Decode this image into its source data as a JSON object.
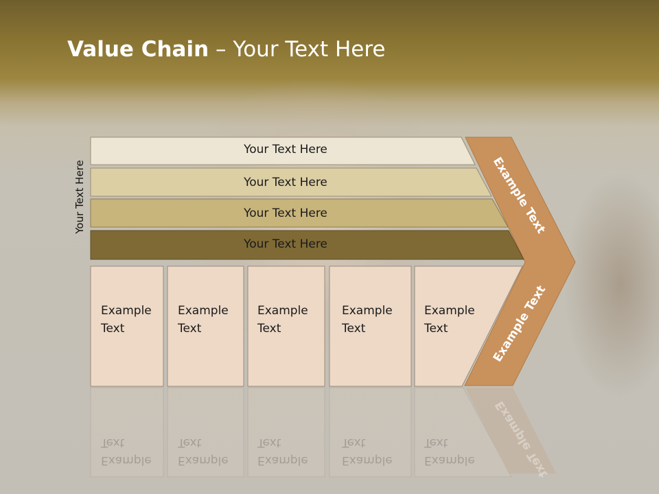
{
  "slide": {
    "title_bold": "Value Chain",
    "title_rest": " – Your Text Here",
    "vertical_label": "Your Text Here"
  },
  "rows": [
    {
      "label": "Your Text Here",
      "color": "#ede6d4"
    },
    {
      "label": "Your Text Here",
      "color": "#dccfa4"
    },
    {
      "label": "Your Text Here",
      "color": "#c8b57b"
    },
    {
      "label": "Your Text Here",
      "color": "#7f6a36"
    }
  ],
  "boxes": [
    {
      "line1": "Example",
      "line2": "Text"
    },
    {
      "line1": "Example",
      "line2": "Text"
    },
    {
      "line1": "Example",
      "line2": "Text"
    },
    {
      "line1": "Example",
      "line2": "Text"
    },
    {
      "line1": "Example",
      "line2": "Text"
    }
  ],
  "chevron": {
    "top_label": "Example Text",
    "bottom_label": "Example Text",
    "color": "#c9915c"
  },
  "colors": {
    "box_fill": "#edd9c6",
    "title_text": "#ffffff"
  }
}
